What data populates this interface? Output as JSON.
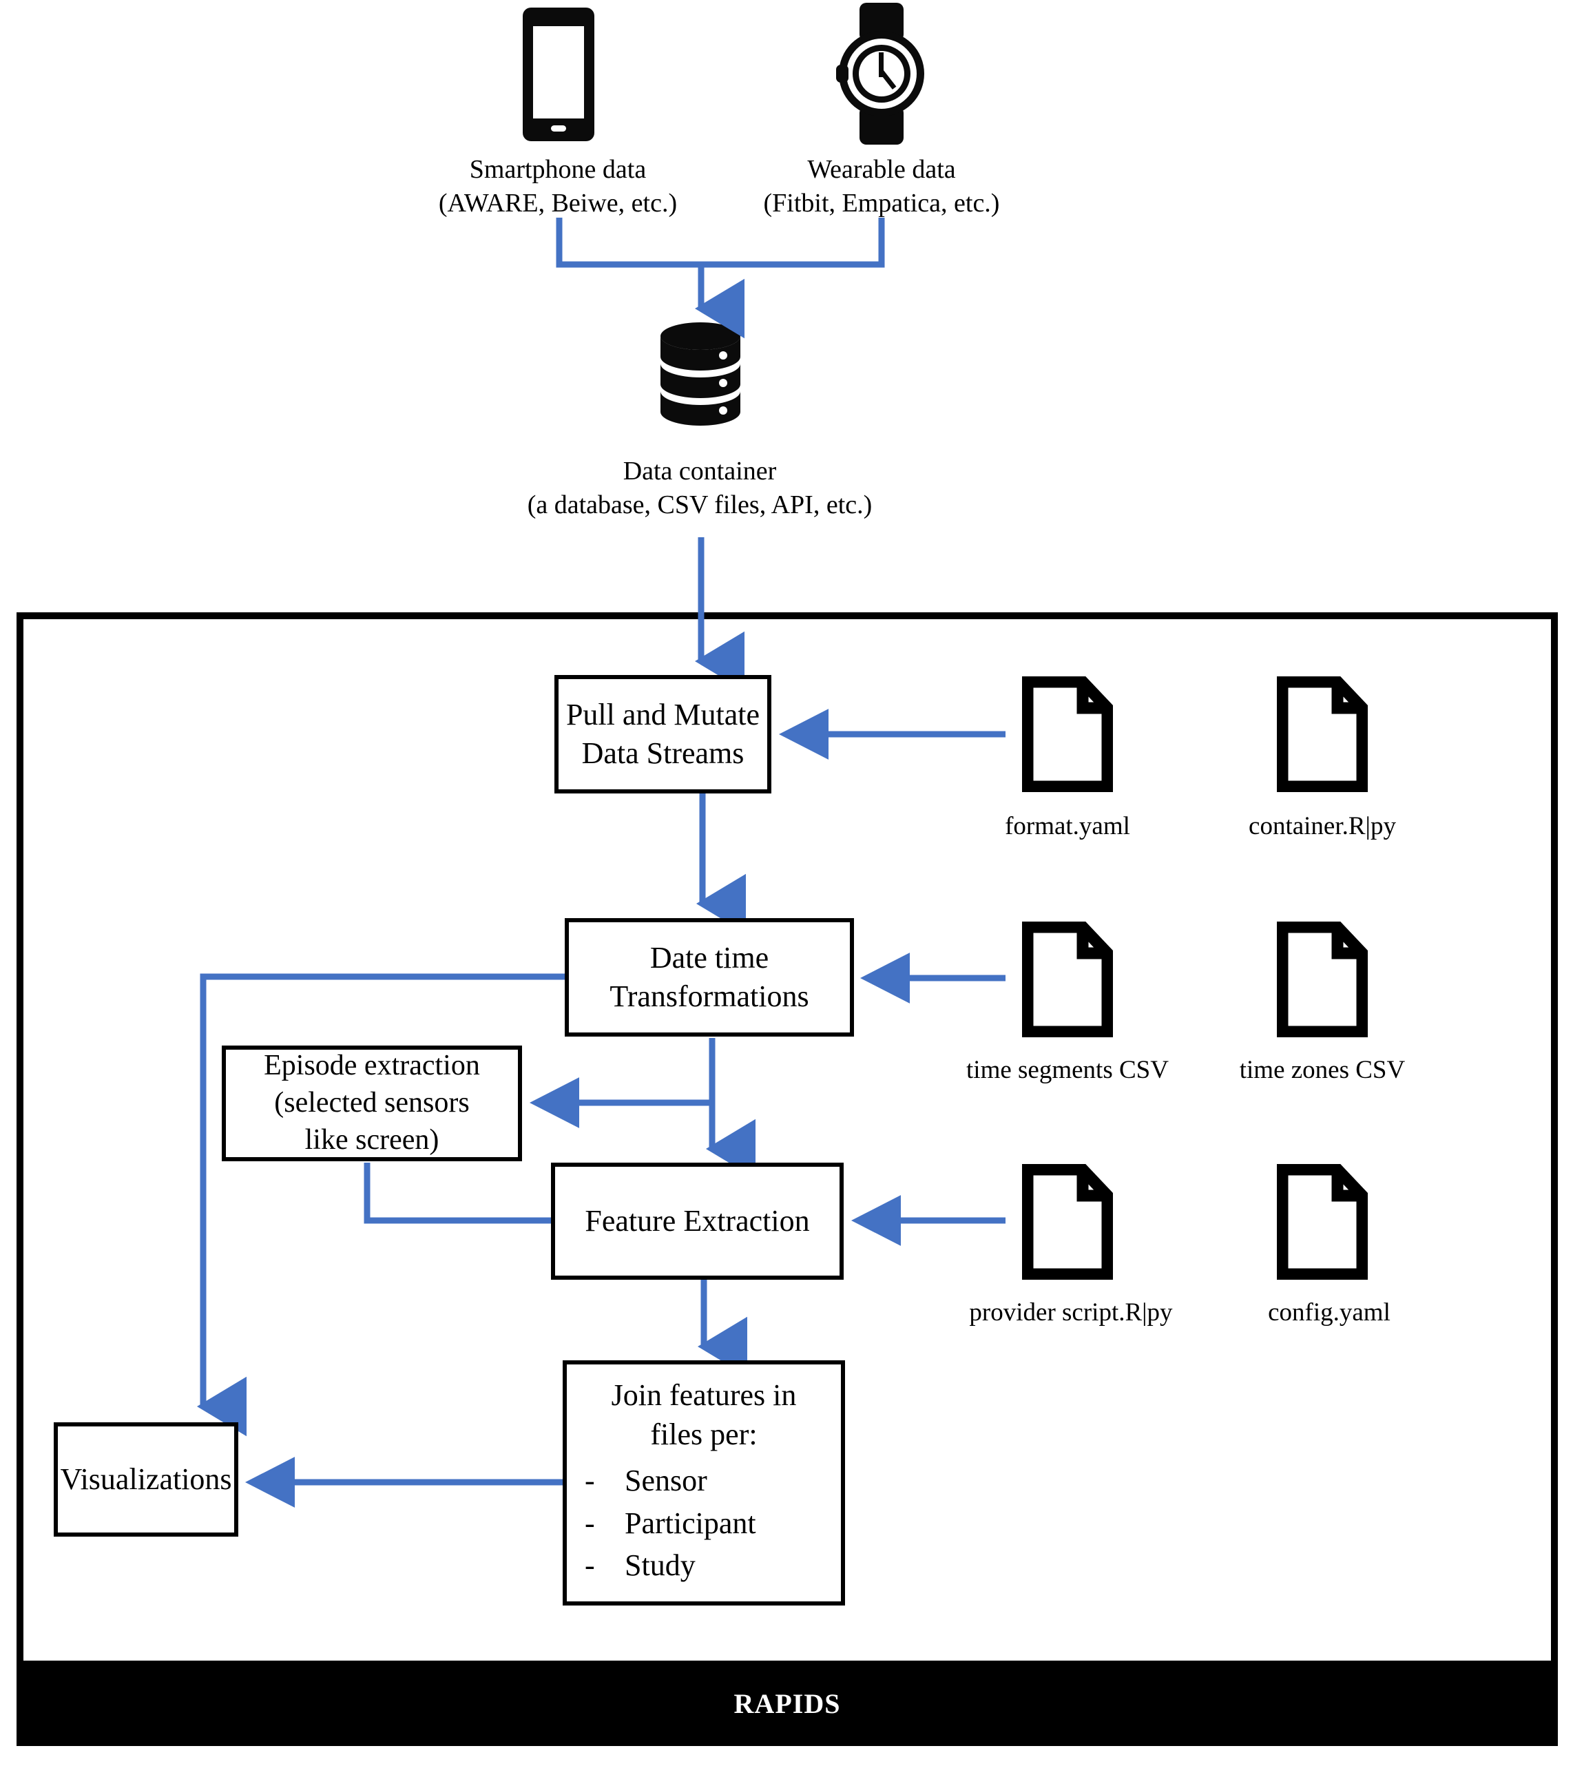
{
  "diagram": {
    "title": "RAPIDS data processing pipeline",
    "accent_color": "#4472C4",
    "line_color": "#000000",
    "background": "#FFFFFF"
  },
  "sources": [
    {
      "id": "smartphone",
      "icon": "smartphone-icon",
      "caption": "Smartphone data\n(AWARE, Beiwe, etc.)"
    },
    {
      "id": "wearable",
      "icon": "smartwatch-icon",
      "caption": "Wearable data\n(Fitbit, Empatica, etc.)"
    }
  ],
  "data_container": {
    "icon": "database-icon",
    "caption": "Data container\n(a database, CSV files, API, etc.)"
  },
  "container": {
    "label": "RAPIDS"
  },
  "steps": [
    {
      "id": "pull-mutate",
      "label": "Pull and Mutate\nData Streams"
    },
    {
      "id": "datetime",
      "label": "Date time\nTransformations"
    },
    {
      "id": "episode-extraction",
      "label": "Episode extraction\n(selected sensors\nlike screen)"
    },
    {
      "id": "feature-extraction",
      "label": "Feature Extraction"
    },
    {
      "id": "visualizations",
      "label": "Visualizations"
    }
  ],
  "join_features": {
    "title": "Join features in\nfiles per:",
    "dash": "-",
    "items": [
      "Sensor",
      "Participant",
      "Study"
    ]
  },
  "files": [
    {
      "id": "format-yaml",
      "icon": "file-icon",
      "label": "format.yaml"
    },
    {
      "id": "container-rpy",
      "icon": "file-icon",
      "label": "container.R|py"
    },
    {
      "id": "time-segments",
      "icon": "file-icon",
      "label": "time segments CSV"
    },
    {
      "id": "time-zones",
      "icon": "file-icon",
      "label": "time zones CSV"
    },
    {
      "id": "provider-script",
      "icon": "file-icon",
      "label": "provider script.R|py"
    },
    {
      "id": "config-yaml",
      "icon": "file-icon",
      "label": "config.yaml"
    }
  ]
}
